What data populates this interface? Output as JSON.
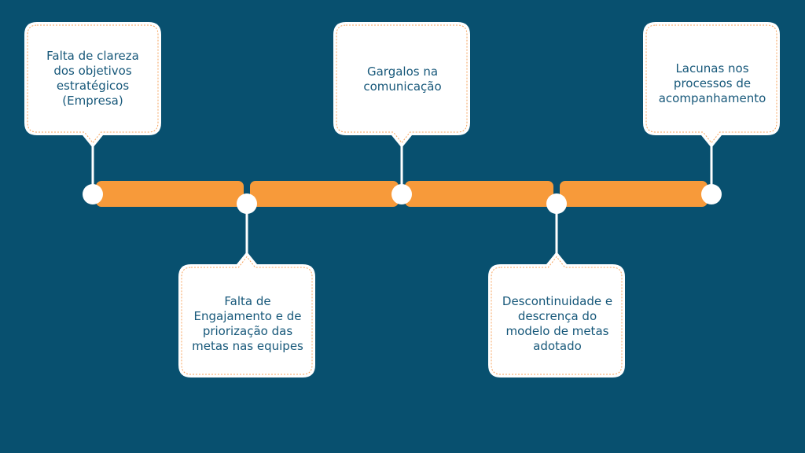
{
  "colors": {
    "background": "#08506f",
    "timeline": "#f79a3a",
    "callout": "#ffffff",
    "text": "#17587a",
    "dotted_border": "#f7a35c"
  },
  "callouts": [
    {
      "position": "top",
      "text": "Falta de clareza\ndos objetivos\nestratégicos\n(Empresa)"
    },
    {
      "position": "bottom",
      "text": "Falta de\nEngajamento e de\npriorização das\nmetas nas equipes"
    },
    {
      "position": "top",
      "text": "Gargalos na\ncomunicação"
    },
    {
      "position": "bottom",
      "text": "Descontinuidade e\ndescrença do\nmodelo de metas\nadotado"
    },
    {
      "position": "top",
      "text": "Lacunas nos\nprocessos de\nacompanhamento"
    }
  ]
}
